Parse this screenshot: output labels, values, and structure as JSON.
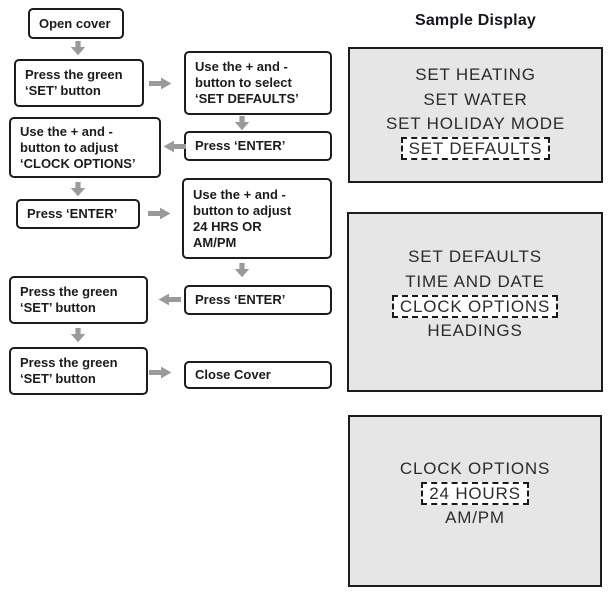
{
  "colors": {
    "arrow": "#9a9a9a",
    "panel_background": "#e6e6e6",
    "panel_border": "#1c1c1c",
    "box_border": "#1c1c1c",
    "highlight_background": "#ffffff",
    "text": "#1c1c1c"
  },
  "flowchart": {
    "steps": [
      {
        "id": "open-cover",
        "text": "Open cover"
      },
      {
        "id": "press-set-1",
        "text": "Press the green\n‘SET’ button"
      },
      {
        "id": "select-set-defaults",
        "text": "Use the + and -\nbutton to select\n‘SET DEFAULTS’"
      },
      {
        "id": "press-enter-1",
        "text": "Press ‘ENTER’"
      },
      {
        "id": "adjust-clock-options",
        "text": "Use the + and -\nbutton to adjust\n‘CLOCK OPTIONS’"
      },
      {
        "id": "press-enter-2",
        "text": "Press ‘ENTER’"
      },
      {
        "id": "adjust-24hrs",
        "text": "Use the + and -\nbutton to adjust\n24 HRS OR\nAM/PM"
      },
      {
        "id": "press-enter-3",
        "text": "Press ‘ENTER’"
      },
      {
        "id": "press-set-2",
        "text": "Press the green\n‘SET’ button"
      },
      {
        "id": "press-set-3",
        "text": "Press the green\n‘SET’ button"
      },
      {
        "id": "close-cover",
        "text": "Close Cover"
      }
    ],
    "icons": {
      "down": "arrow-down",
      "right": "arrow-right",
      "left": "arrow-left"
    }
  },
  "sample_display": {
    "title": "Sample Display",
    "panels": [
      {
        "lines": [
          {
            "text": "SET HEATING",
            "highlighted": false
          },
          {
            "text": "SET WATER",
            "highlighted": false
          },
          {
            "text": "SET HOLIDAY MODE",
            "highlighted": false
          },
          {
            "text": "SET DEFAULTS",
            "highlighted": true
          }
        ]
      },
      {
        "lines": [
          {
            "text": "SET DEFAULTS",
            "highlighted": false
          },
          {
            "text": "TIME AND DATE",
            "highlighted": false
          },
          {
            "text": "CLOCK OPTIONS",
            "highlighted": true
          },
          {
            "text": "HEADINGS",
            "highlighted": false
          }
        ]
      },
      {
        "lines": [
          {
            "text": "CLOCK OPTIONS",
            "highlighted": false
          },
          {
            "text": "24 HOURS",
            "highlighted": true
          },
          {
            "text": "AM/PM",
            "highlighted": false
          }
        ]
      }
    ]
  }
}
